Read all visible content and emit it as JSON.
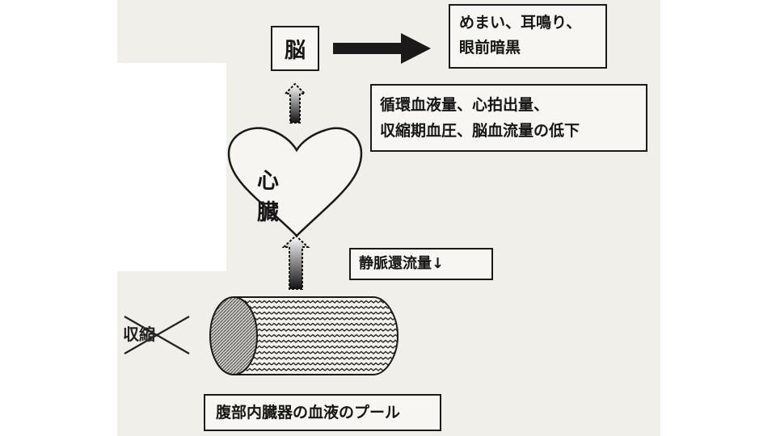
{
  "brain": {
    "label": "脳"
  },
  "symptoms": {
    "lines": [
      "めまい、耳鳴り、",
      "眼前暗黒"
    ]
  },
  "circulation_drop": {
    "lines": [
      "循環血液量、心拍出量、",
      "収縮期血圧、脳血流量の低下"
    ]
  },
  "heart": {
    "label": "心 臓"
  },
  "venous_return": {
    "label": "静脈還流量↓"
  },
  "contraction": {
    "label": "収縮"
  },
  "blood_pool": {
    "label": "腹部内臓器の血液のプール"
  }
}
